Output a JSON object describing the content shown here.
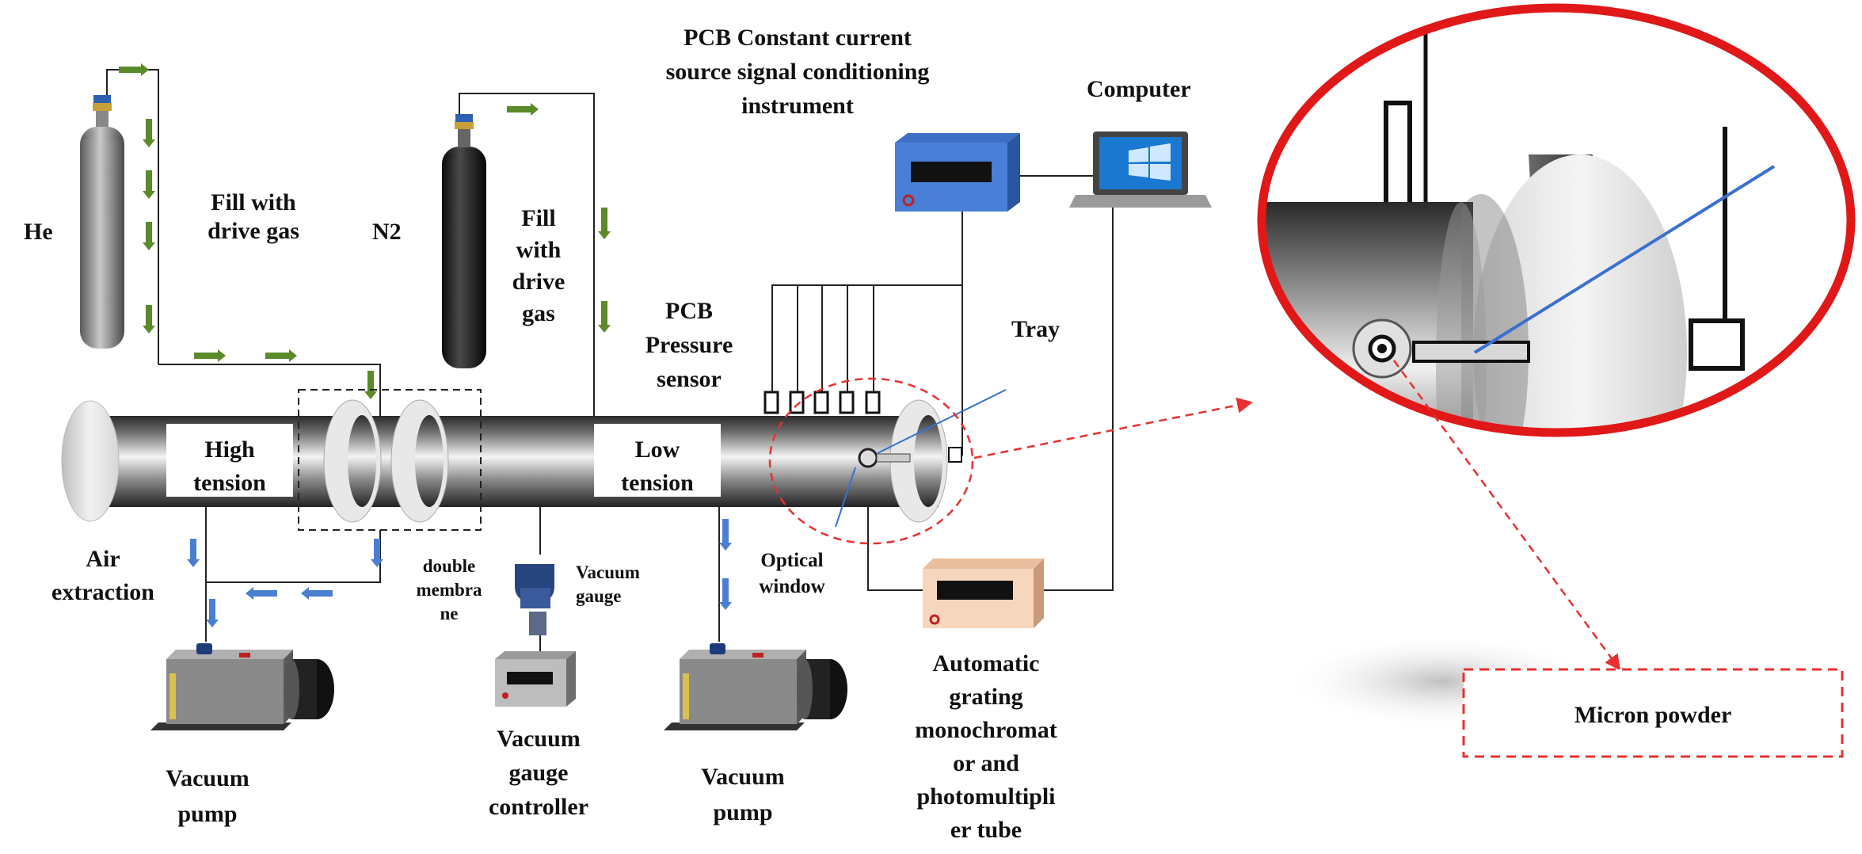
{
  "labels": {
    "he": "He",
    "fill_drive_gas_1": [
      "Fill with",
      "drive gas"
    ],
    "n2": "N2",
    "fill_drive_gas_2": [
      "Fill",
      "with",
      "drive",
      "gas"
    ],
    "pcb_conditioning": [
      "PCB Constant current",
      "source signal conditioning",
      "instrument"
    ],
    "computer": "Computer",
    "pcb_pressure_sensor": [
      "PCB",
      "Pressure",
      "sensor"
    ],
    "tray": "Tray",
    "high_tension": [
      "High",
      "tension"
    ],
    "low_tension": [
      "Low",
      "tension"
    ],
    "air_extraction": [
      "Air",
      "extraction"
    ],
    "double_membrane": [
      "double",
      "membra",
      "ne"
    ],
    "vacuum_gauge": [
      "Vacuum",
      "gauge"
    ],
    "optical_window": [
      "Optical",
      "window"
    ],
    "vacuum_pump_left": [
      "Vacuum",
      "pump"
    ],
    "vacuum_gauge_controller": [
      "Vacuum",
      "gauge",
      "controller"
    ],
    "vacuum_pump_right": [
      "Vacuum",
      "pump"
    ],
    "monochromator": [
      "Automatic",
      "grating",
      "monochromat",
      "or and",
      "photomultipli",
      "er tube"
    ],
    "micron_powder": "Micron powder"
  },
  "colors": {
    "gas_arrow": "#5a8a2a",
    "vacuum_arrow": "#4a7fd0",
    "zoom_ring": "#e01818",
    "dashed_red": "#e83030",
    "laser": "#3a70d0"
  },
  "icons": {
    "he_cylinder": "gas-cylinder-icon",
    "n2_cylinder": "gas-cylinder-icon",
    "computer": "laptop-icon",
    "conditioner": "signal-conditioner-icon",
    "pump": "vacuum-pump-icon"
  }
}
